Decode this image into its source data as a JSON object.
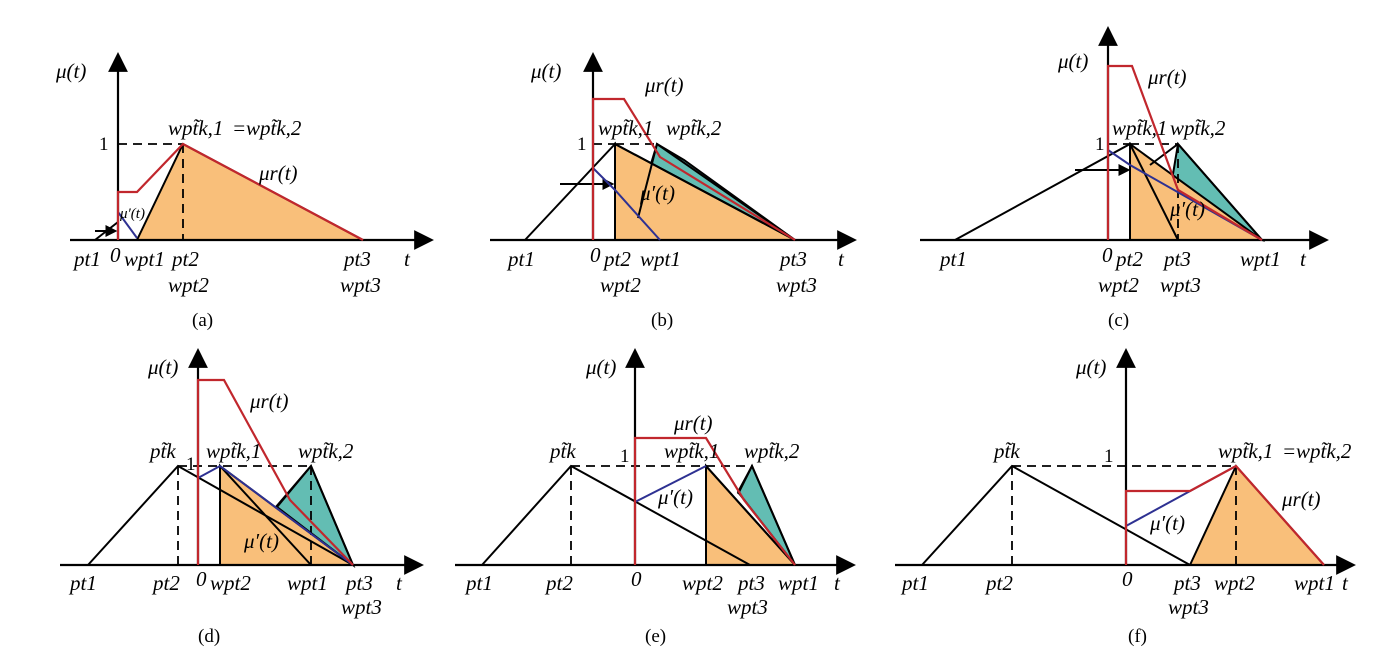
{
  "colors": {
    "orange_area": "#f9bf7a",
    "teal_area": "#63bdb3",
    "red_curve": "#c1272d",
    "blue_curve": "#2e3192",
    "line": "#000000"
  },
  "labels": {
    "mu": "μ(t)",
    "t": "t",
    "one": "1",
    "zero": "0",
    "mu_r": "μr(t)",
    "mu_prime": "μ′(t)",
    "pt1": "pt1",
    "pt2": "pt2",
    "pt3": "pt3",
    "wpt1": "wpt1",
    "wpt2": "wpt2",
    "wpt3": "wpt3",
    "wpt_k1": "wpt̃k,1",
    "wpt_k2": "wpt̃k,2",
    "pt_k": "pt̃k",
    "equals": "="
  },
  "panels": [
    {
      "caption": "(a)"
    },
    {
      "caption": "(b)"
    },
    {
      "caption": "(c)"
    },
    {
      "caption": "(d)"
    },
    {
      "caption": "(e)"
    },
    {
      "caption": "(f)"
    }
  ]
}
